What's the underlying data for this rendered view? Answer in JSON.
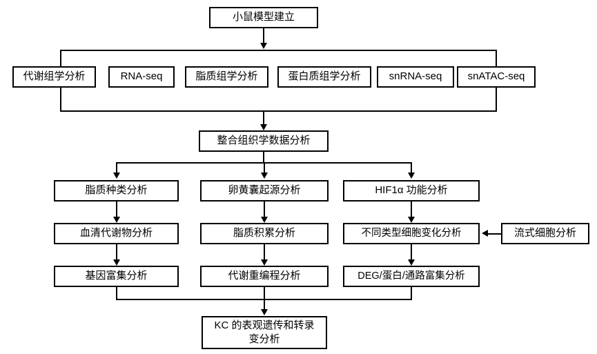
{
  "diagram": {
    "title_box": {
      "label": "小鼠模型建立"
    },
    "omics_row": [
      {
        "label": "代谢组学分析"
      },
      {
        "label": "RNA-seq"
      },
      {
        "label": "脂质组学分析"
      },
      {
        "label": "蛋白质组学分析"
      },
      {
        "label": "snRNA-seq"
      },
      {
        "label": "snATAC-seq"
      }
    ],
    "integration_box": {
      "label": "整合组织学数据分析"
    },
    "columns": [
      {
        "name": "lipid-column",
        "steps": [
          {
            "label": "脂质种类分析"
          },
          {
            "label": "血清代谢物分析"
          },
          {
            "label": "基因富集分析"
          }
        ]
      },
      {
        "name": "yolk-sac-column",
        "steps": [
          {
            "label": "卵黄囊起源分析"
          },
          {
            "label": "脂质积累分析"
          },
          {
            "label": "代谢重编程分析"
          }
        ]
      },
      {
        "name": "hif1a-column",
        "steps": [
          {
            "label": "HIF1α 功能分析"
          },
          {
            "label": "不同类型细胞变化分析"
          },
          {
            "label": "DEG/蛋白/通路富集分析"
          }
        ]
      }
    ],
    "side_box": {
      "label": "流式细胞分析"
    },
    "conclusion_box": {
      "label": "KC 的表观遗传和转录\n变分析"
    },
    "colors": {
      "line": "#000000",
      "box_fill": "#ffffff",
      "text": "#000000"
    }
  }
}
